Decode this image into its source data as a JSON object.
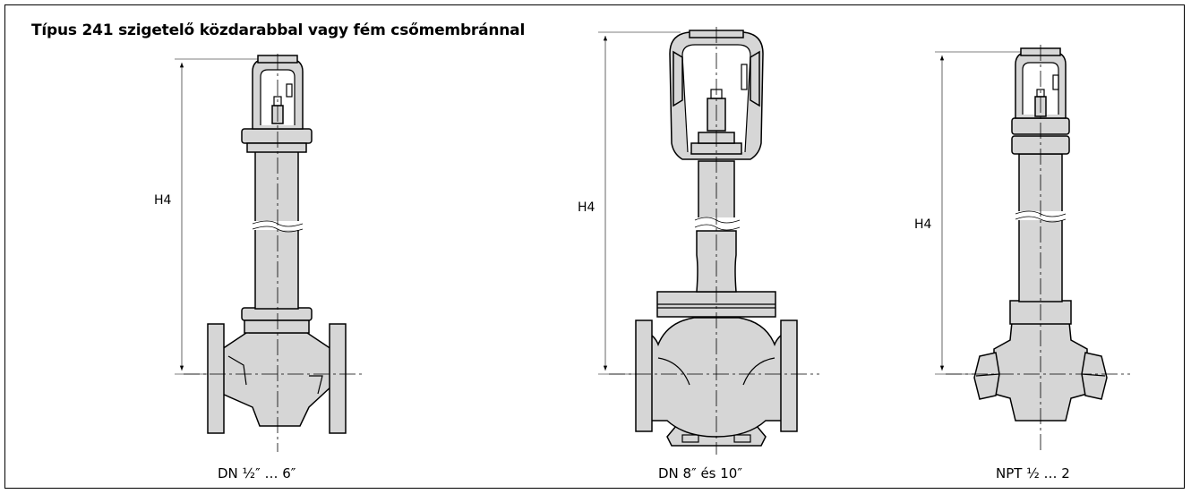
{
  "title": "Típus 241 szigetelő közdarabbal vagy fém csőmembránnal",
  "views": [
    {
      "caption": "DN ½″ … 6″",
      "dimension": "H4"
    },
    {
      "caption": "DN 8″ és 10″",
      "dimension": "H4"
    },
    {
      "caption": "NPT ½ … 2",
      "dimension": "H4"
    }
  ]
}
